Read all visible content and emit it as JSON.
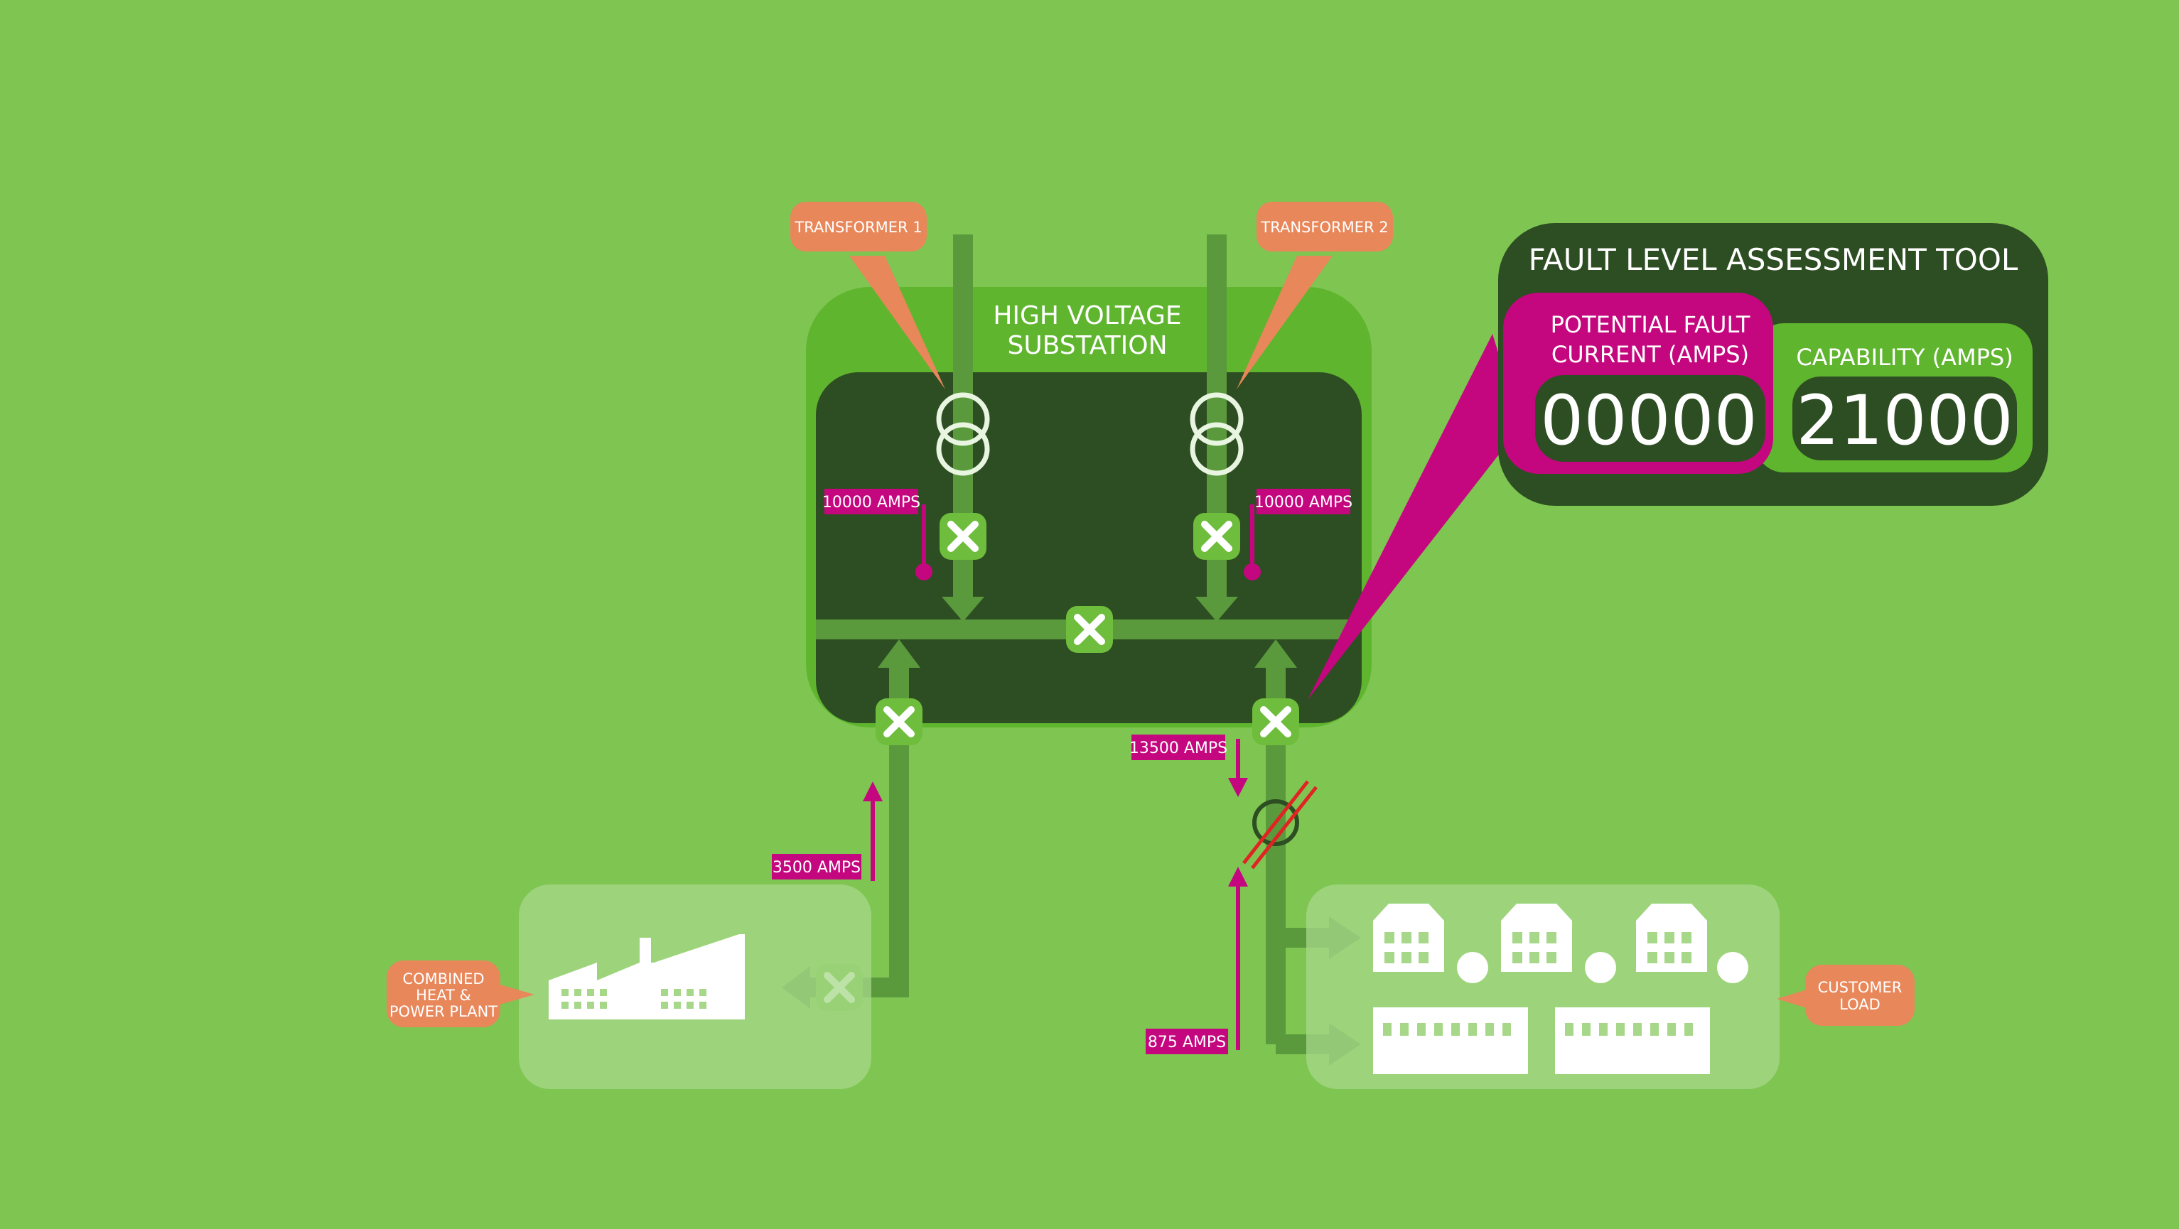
{
  "substation": {
    "title_line1": "HIGH VOLTAGE",
    "title_line2": "SUBSTATION"
  },
  "transformers": {
    "t1": "TRANSFORMER 1",
    "t2": "TRANSFORMER 2"
  },
  "currents": {
    "t1_amps": "10000 AMPS",
    "t2_amps": "10000 AMPS",
    "feeder_amps": "13500 AMPS",
    "chp_amps": "3500 AMPS",
    "customer_amps": "875 AMPS"
  },
  "sources": {
    "chp_line1": "COMBINED",
    "chp_line2": "HEAT &",
    "chp_line3": "POWER PLANT",
    "customer_line1": "CUSTOMER",
    "customer_line2": "LOAD"
  },
  "tool": {
    "title": "FAULT LEVEL ASSESSMENT TOOL",
    "potential_line1": "POTENTIAL FAULT",
    "potential_line2": "CURRENT (AMPS)",
    "potential_value": "00000",
    "capability_label": "CAPABILITY (AMPS)",
    "capability_value": "21000"
  },
  "colors": {
    "background": "#7fc552",
    "substation_outer": "#5fb52e",
    "substation_inner": "#2d4d22",
    "line": "#5a9a3c",
    "magenta": "#c4077f",
    "orange": "#e8875a",
    "panel_light": "#a7d88a"
  }
}
